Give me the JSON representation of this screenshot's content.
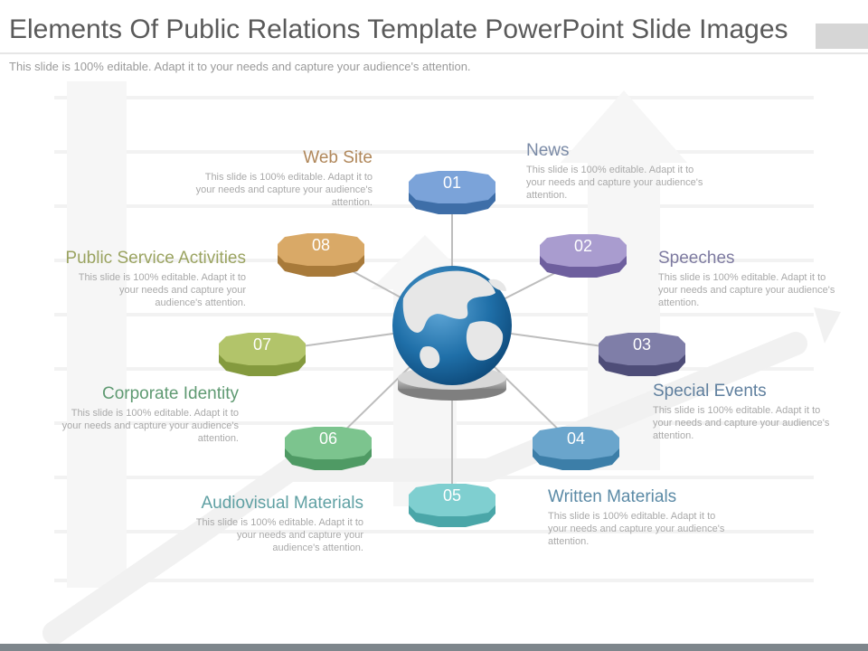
{
  "title": "Elements Of Public Relations Template PowerPoint Slide Images",
  "subtitle": "This slide is 100% editable. Adapt it to your needs and capture your audience's attention.",
  "nodes": [
    {
      "number": "01",
      "heading": "Web Site",
      "color": "#7ba3d9",
      "desc": "This slide is 100% editable. Adapt it to your needs and capture your audience's attention."
    },
    {
      "number": "02",
      "heading": "News",
      "color": "#a99ccf",
      "desc": "This slide is 100% editable. Adapt it to your needs and capture your audience's attention."
    },
    {
      "number": "03",
      "heading": "Speeches",
      "color": "#7f7ea8",
      "desc": "This slide is 100% editable. Adapt it to your needs and capture your audience's attention."
    },
    {
      "number": "04",
      "heading": "Special Events",
      "color": "#6aa5cc",
      "desc": "This slide is 100% editable. Adapt it to your needs and capture your audience's attention."
    },
    {
      "number": "05",
      "heading": "Written Materials",
      "color": "#7fcfd0",
      "desc": "This slide is 100% editable. Adapt it to your needs and capture your audience's attention."
    },
    {
      "number": "06",
      "heading": "Audiovisual Materials",
      "color": "#7cc48e",
      "desc": "This slide is 100% editable. Adapt it to your needs and capture your audience's attention."
    },
    {
      "number": "07",
      "heading": "Corporate Identity",
      "color": "#b2c46a",
      "desc": "This slide is 100% editable. Adapt it to your needs and capture your audience's attention."
    },
    {
      "number": "08",
      "heading": "Public Service Activities",
      "color": "#d9a967",
      "desc": "This slide is 100% editable. Adapt it to your needs and capture your audience's attention."
    }
  ],
  "heading_colors": {
    "web_site": "#b0875a",
    "news": "#7a8aa6",
    "speeches": "#7d7aa0",
    "special_events": "#5f7f9e",
    "written_materials": "#5b8aa6",
    "audiovisual": "#5fa0a3",
    "corporate": "#5f9a72",
    "public_service": "#9aa360"
  }
}
